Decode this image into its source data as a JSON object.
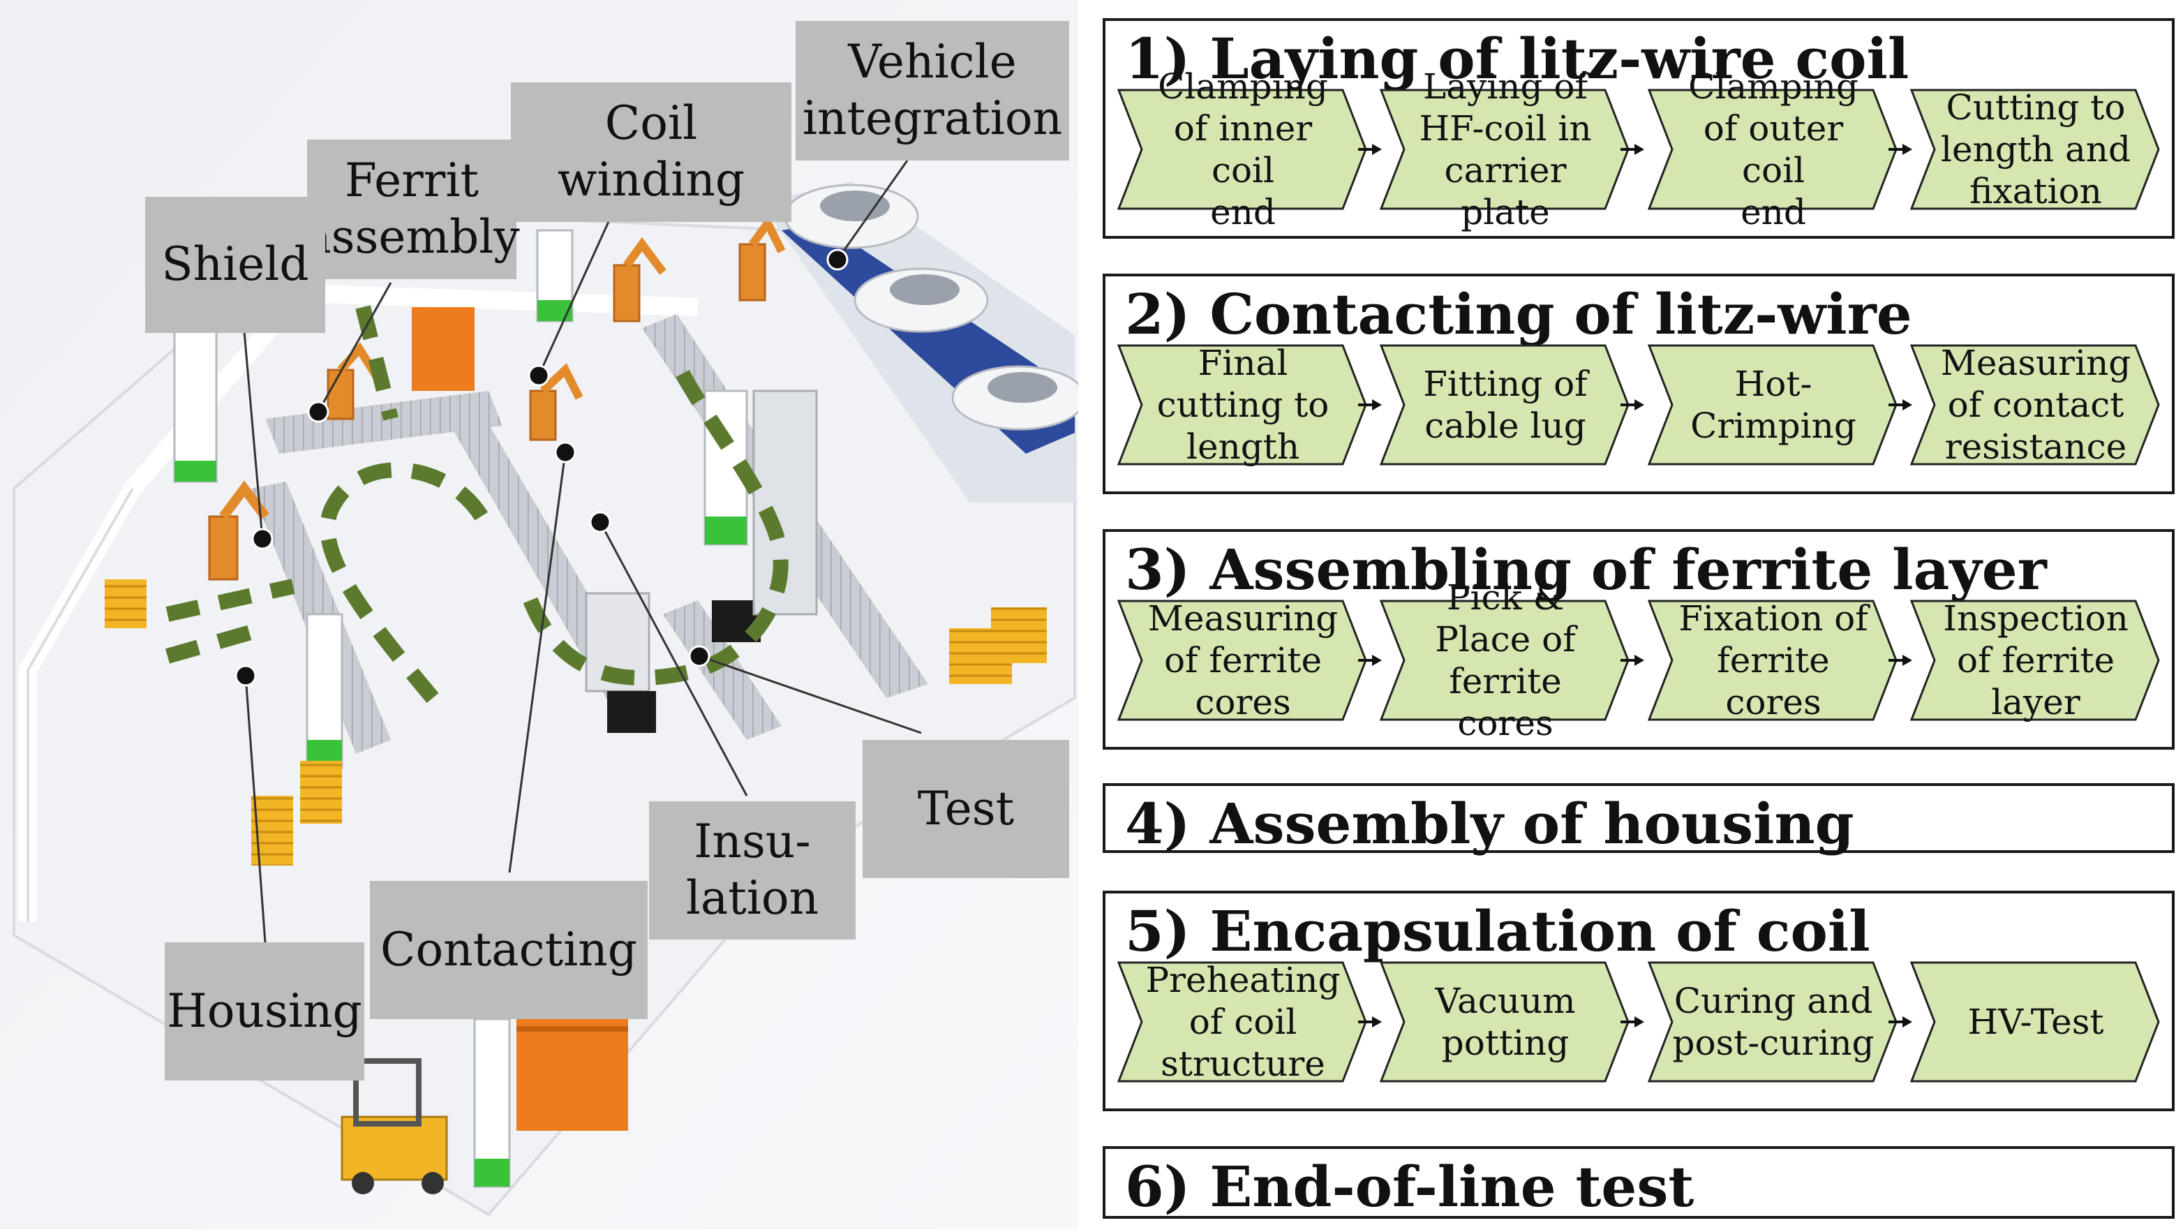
{
  "colors": {
    "step_fill": "#d6e6b0",
    "step_stroke": "#222222",
    "callout_bg": "#bcbcbc",
    "flow_arrow": "#5b7a2e",
    "robot": "#e38a2a",
    "accent_green": "#39c23a"
  },
  "callouts": {
    "vehicle": "Vehicle\nintegration",
    "coil": "Coil\nwinding",
    "ferrit": "Ferrit\nassembly",
    "shield": "Shield",
    "test": "Test",
    "insulation": "Insu-\nlation",
    "contacting": "Contacting",
    "housing": "Housing"
  },
  "sections": [
    {
      "title": "1) Laying of litz-wire coil",
      "steps": [
        "Clamping\nof inner coil\nend",
        "Laying of\nHF-coil in\ncarrier plate",
        "Clamping\nof outer coil\nend",
        "Cutting to\nlength and\nfixation"
      ]
    },
    {
      "title": "2) Contacting of litz-wire",
      "steps": [
        "Final\ncutting to\nlength",
        "Fitting of\ncable lug",
        "Hot-\nCrimping",
        "Measuring\nof contact\nresistance"
      ]
    },
    {
      "title": "3) Assembling of ferrite layer",
      "steps": [
        "Measuring\nof ferrite\ncores",
        "Pick &\nPlace of\nferrite cores",
        "Fixation of\nferrite cores",
        "Inspection\nof ferrite\nlayer"
      ]
    },
    {
      "title": "4) Assembly of housing",
      "steps": []
    },
    {
      "title": "5) Encapsulation of coil",
      "steps": [
        "Preheating\nof coil\nstructure",
        "Vacuum\npotting",
        "Curing and\npost-curing",
        "HV-Test"
      ]
    },
    {
      "title": "6) End-of-line test",
      "steps": []
    }
  ]
}
